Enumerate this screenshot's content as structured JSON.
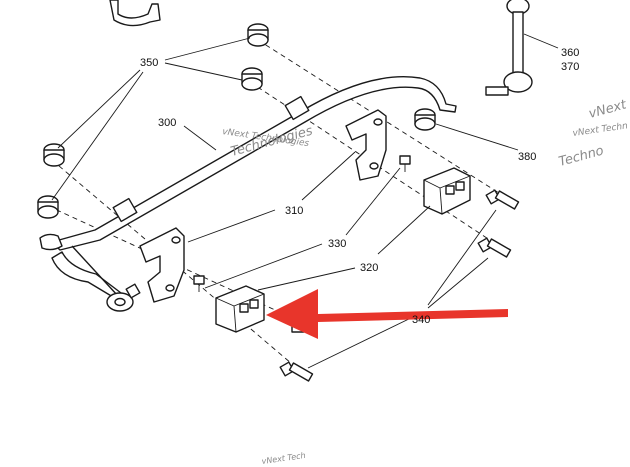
{
  "callouts": {
    "c350": "350",
    "c300": "300",
    "c310": "310",
    "c330": "330",
    "c320": "320",
    "c340": "340",
    "c380": "380",
    "c360": "360",
    "c370": "370"
  },
  "watermark": {
    "line1a": "vNext Technologies",
    "line1b": "Technologies",
    "line2a": "vNext",
    "line2b": "Techno",
    "line3": "vNext Techn",
    "line4": "vNext Tech"
  },
  "colors": {
    "arrow": "#e8352b",
    "line": "#1a1a1a",
    "watermark": "#8a8a8a"
  }
}
